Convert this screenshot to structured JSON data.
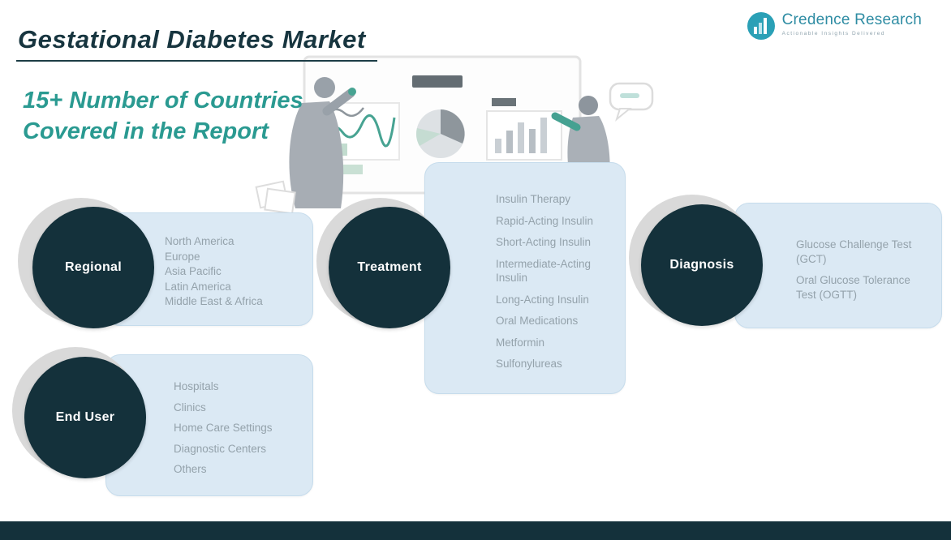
{
  "header": {
    "title": "Gestational Diabetes Market",
    "subtitle": "15+ Number of Countries\nCovered in the Report"
  },
  "logo": {
    "name": "Credence Research",
    "tagline": "Actionable Insights Delivered"
  },
  "colors": {
    "title_text": "#17353f",
    "accent_teal": "#2a9a91",
    "node_circle": "#14313b",
    "panel_blue": "#dbe9f4",
    "panel_border": "#c6dcec",
    "list_text": "#94a2ab",
    "footer_bar": "#14313b",
    "logo_blue": "#2e8ca3",
    "crescent_gray": "#d9d9d9"
  },
  "nodes": [
    {
      "id": "regional",
      "label": "Regional",
      "items": [
        "North America",
        "Europe",
        "Asia Pacific",
        "Latin America",
        "Middle East & Africa"
      ]
    },
    {
      "id": "treatment",
      "label": "Treatment",
      "items": [
        "Insulin Therapy",
        "Rapid-Acting Insulin",
        "Short-Acting Insulin",
        "Intermediate-Acting Insulin",
        "Long-Acting Insulin",
        "Oral Medications",
        "Metformin",
        "Sulfonylureas"
      ]
    },
    {
      "id": "diagnosis",
      "label": "Diagnosis",
      "items": [
        "Glucose Challenge Test (GCT)",
        "Oral Glucose Tolerance Test (OGTT)"
      ]
    },
    {
      "id": "enduser",
      "label": "End User",
      "items": [
        "Hospitals",
        "Clinics",
        "Home Care Settings",
        "Diagnostic Centers",
        "Others"
      ]
    }
  ]
}
